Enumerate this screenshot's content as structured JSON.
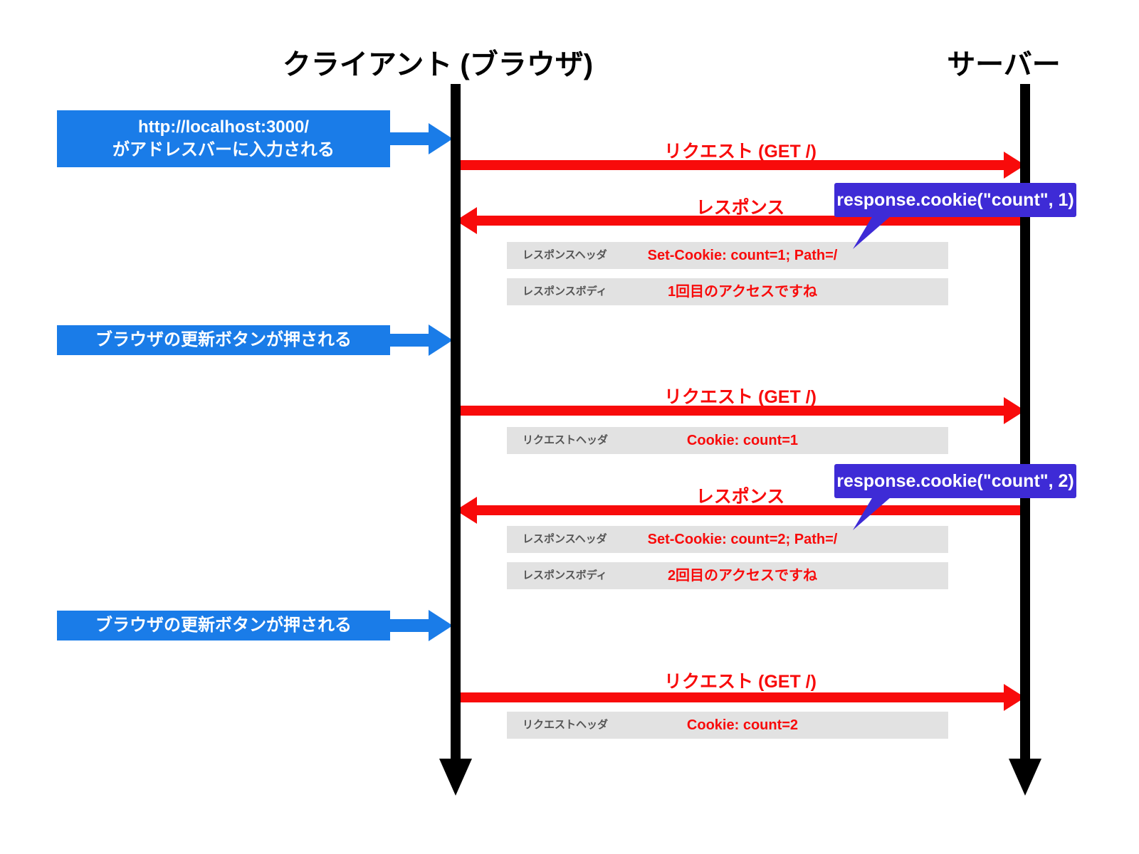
{
  "colors": {
    "blue": "#1a7ce8",
    "purple": "#3e2bd6",
    "red": "#f80b0b",
    "row_bg": "#e2e2e2",
    "row_label": "#555555",
    "black": "#000000"
  },
  "actors": {
    "client": "クライアント (ブラウザ)",
    "server": "サーバー"
  },
  "client_events": [
    {
      "line1": "http://localhost:3000/",
      "line2": "がアドレスバーに入力される"
    },
    {
      "line1": "ブラウザの更新ボタンが押される"
    },
    {
      "line1": "ブラウザの更新ボタンが押される"
    }
  ],
  "messages": [
    {
      "label": "リクエスト (GET /)",
      "direction": "right"
    },
    {
      "label": "レスポンス",
      "direction": "left"
    },
    {
      "label": "リクエスト (GET /)",
      "direction": "right"
    },
    {
      "label": "レスポンス",
      "direction": "left"
    },
    {
      "label": "リクエスト (GET /)",
      "direction": "right"
    }
  ],
  "callouts": [
    {
      "code": "response.cookie(\"count\", 1)"
    },
    {
      "code": "response.cookie(\"count\", 2)"
    }
  ],
  "detail_rows": [
    {
      "label": "レスポンスヘッダ",
      "value": "Set-Cookie: count=1; Path=/"
    },
    {
      "label": "レスポンスボディ",
      "value": "1回目のアクセスですね"
    },
    {
      "label": "リクエストヘッダ",
      "value": "Cookie: count=1"
    },
    {
      "label": "レスポンスヘッダ",
      "value": "Set-Cookie: count=2; Path=/"
    },
    {
      "label": "レスポンスボディ",
      "value": "2回目のアクセスですね"
    },
    {
      "label": "リクエストヘッダ",
      "value": "Cookie: count=2"
    }
  ]
}
